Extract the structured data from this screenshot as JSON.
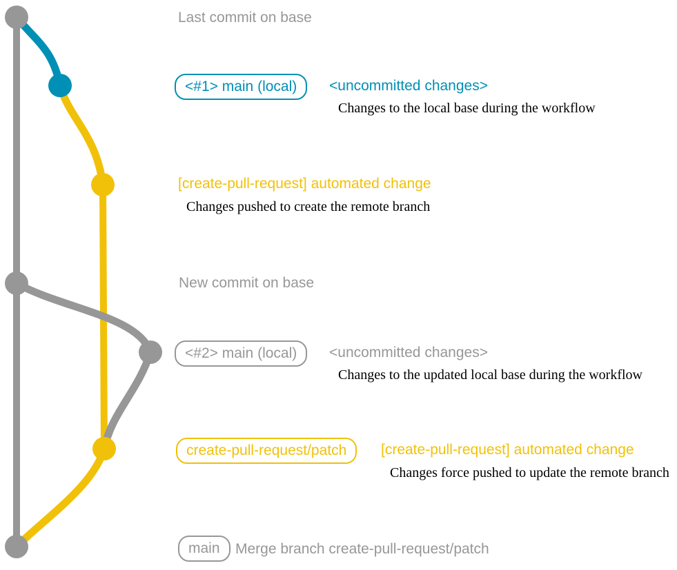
{
  "colors": {
    "gray": "#979797",
    "blue": "#008fb5",
    "yellow": "#f1c109",
    "text": "#000000",
    "bg": "#ffffff"
  },
  "rows": {
    "last_base": {
      "note": "Last commit on base"
    },
    "local1": {
      "badge": "<#1> main (local)",
      "message": "<uncommitted changes>",
      "description": "Changes to the local base during the workflow"
    },
    "patch1": {
      "message": "[create-pull-request] automated change",
      "description": "Changes pushed to create the remote branch"
    },
    "new_base": {
      "note": "New commit on base"
    },
    "local2": {
      "badge": "<#2> main (local)",
      "message": "<uncommitted changes>",
      "description": "Changes to the updated local base during the workflow"
    },
    "patch2": {
      "badge": "create-pull-request/patch",
      "message": "[create-pull-request] automated change",
      "description": "Changes force pushed to update the remote branch"
    },
    "merge": {
      "badge": "main",
      "message": "Merge branch create-pull-request/patch"
    }
  },
  "graph": {
    "branches": [
      {
        "name": "base",
        "color": "gray"
      },
      {
        "name": "main (local)",
        "color": "blue"
      },
      {
        "name": "create-pull-request/patch",
        "color": "yellow"
      }
    ],
    "commit_count": 7
  }
}
